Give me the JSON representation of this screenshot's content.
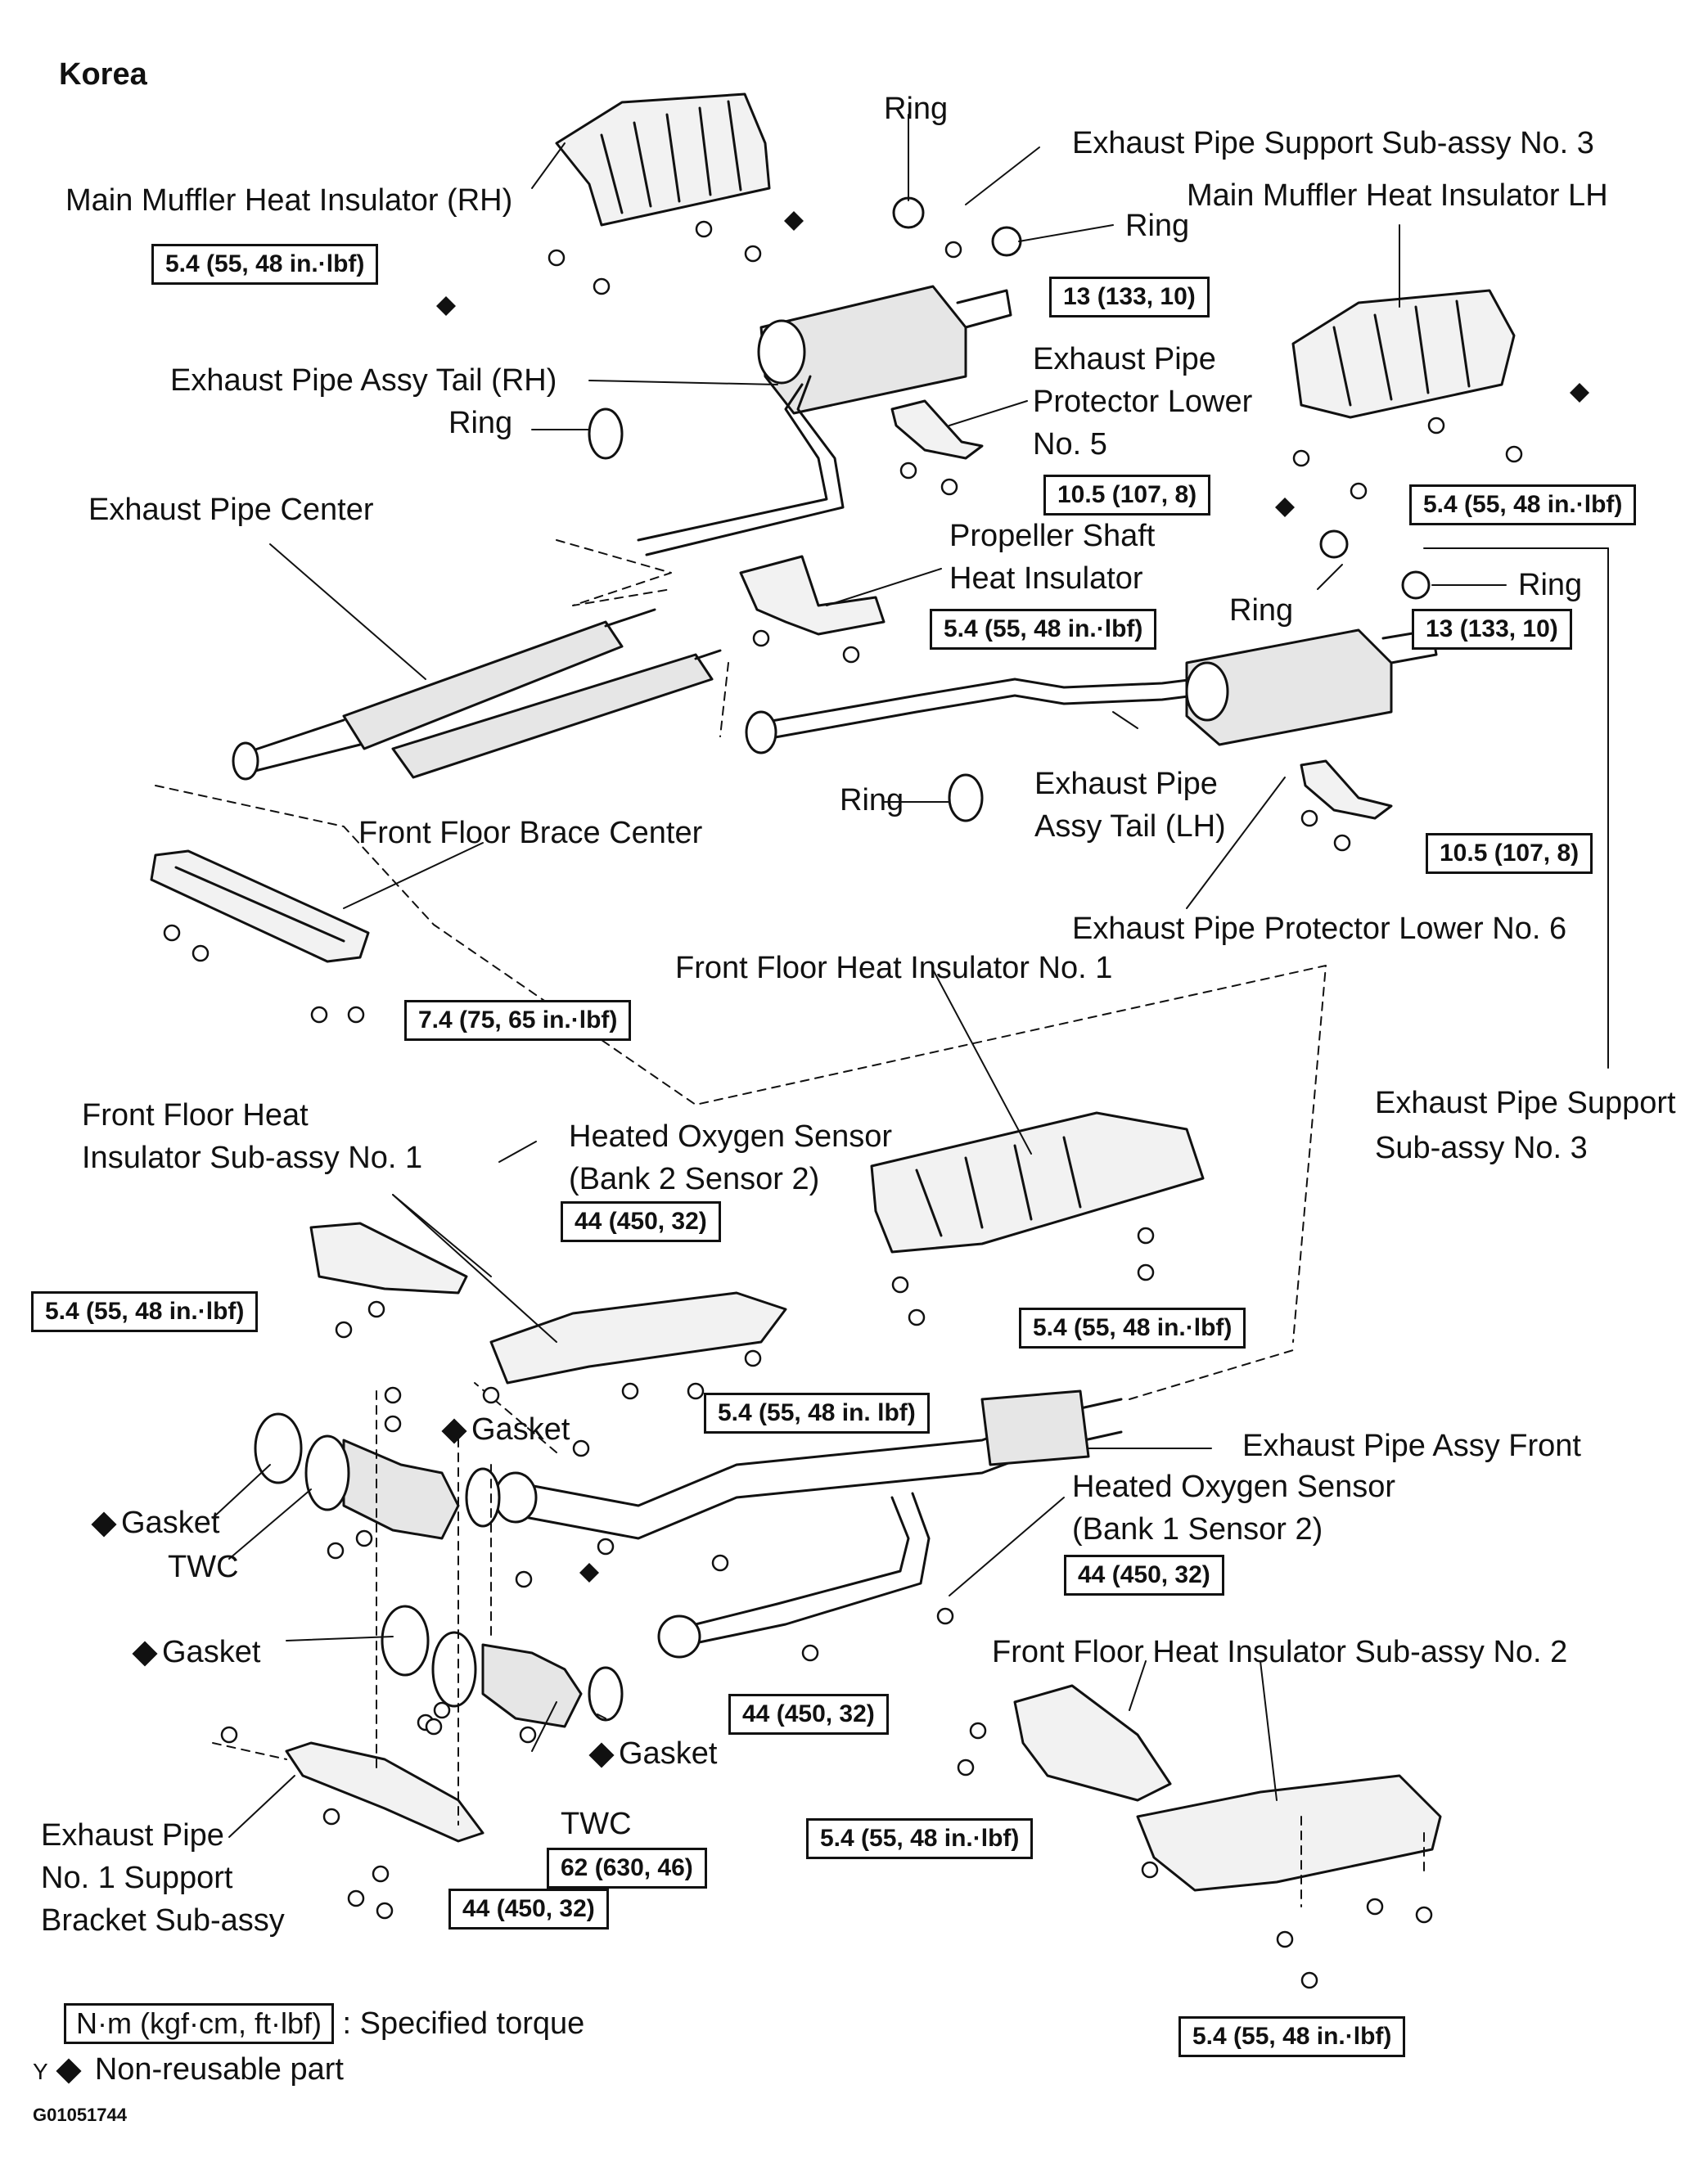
{
  "region_label": "Korea",
  "labels": {
    "ring_top": "Ring",
    "support_no3_top": "Exhaust Pipe Support Sub-assy No. 3",
    "main_muffler_rh": "Main Muffler Heat Insulator (RH)",
    "ring_top_right": "Ring",
    "main_muffler_lh": "Main Muffler Heat Insulator LH",
    "pipe_tail_rh": "Exhaust Pipe Assy Tail (RH)",
    "ring_left": "Ring",
    "protector_no5_1": "Exhaust Pipe",
    "protector_no5_2": "Protector Lower",
    "protector_no5_3": "No. 5",
    "pipe_center": "Exhaust Pipe Center",
    "prop_shaft_1": "Propeller Shaft",
    "prop_shaft_2": "Heat Insulator",
    "ring_mid": "Ring",
    "ring_mid_right": "Ring",
    "ring_lower": "Ring",
    "pipe_tail_lh_1": "Exhaust Pipe",
    "pipe_tail_lh_2": "Assy Tail (LH)",
    "brace_center": "Front Floor Brace Center",
    "protector_no6": "Exhaust Pipe Protector Lower No. 6",
    "front_heat_no1": "Front Floor Heat Insulator No. 1",
    "support_no3_right_1": "Exhaust Pipe Support",
    "support_no3_right_2": "Sub-assy No. 3",
    "front_sub_no1_1": "Front Floor Heat",
    "front_sub_no1_2": "Insulator Sub-assy No. 1",
    "ho2s_b2_1": "Heated Oxygen Sensor",
    "ho2s_b2_2": "(Bank 2 Sensor 2)",
    "gasket_top": "Gasket",
    "pipe_front": "Exhaust Pipe Assy Front",
    "ho2s_b1_1": "Heated Oxygen Sensor",
    "ho2s_b1_2": "(Bank 1 Sensor 2)",
    "gasket_left": "Gasket",
    "twc_top": "TWC",
    "gasket_left2": "Gasket",
    "front_sub_no2": "Front Floor Heat Insulator Sub-assy No. 2",
    "gasket_bottom": "Gasket",
    "twc_bottom": "TWC",
    "bracket_1": "Exhaust Pipe",
    "bracket_2": "No. 1 Support",
    "bracket_3": "Bracket Sub-assy"
  },
  "torques": {
    "t1": "5.4 (55, 48 in.·lbf)",
    "t2": "13 (133, 10)",
    "t3": "10.5 (107, 8)",
    "t4": "5.4 (55, 48 in.·lbf)",
    "t5": "5.4 (55, 48 in.·lbf)",
    "t6": "13 (133, 10)",
    "t7": "10.5 (107, 8)",
    "t8": "7.4 (75, 65 in.·lbf)",
    "t9": "44 (450, 32)",
    "t10": "5.4 (55, 48 in.·lbf)",
    "t11": "5.4 (55, 48 in.·lbf)",
    "t12": "5.4 (55, 48 in. lbf)",
    "t13": "44 (450, 32)",
    "t14": "44 (450, 32)",
    "t15": "5.4 (55, 48 in.·lbf)",
    "t16": "62 (630, 46)",
    "t17": "44 (450, 32)",
    "t18": "5.4 (55, 48 in.·lbf)"
  },
  "legend": {
    "torque_box": "N·m (kgf·cm, ft·lbf)",
    "torque_text": ": Specified torque",
    "marker": "Y",
    "nonreusable_text": "Non-reusable part"
  },
  "figure_code": "G01051744"
}
